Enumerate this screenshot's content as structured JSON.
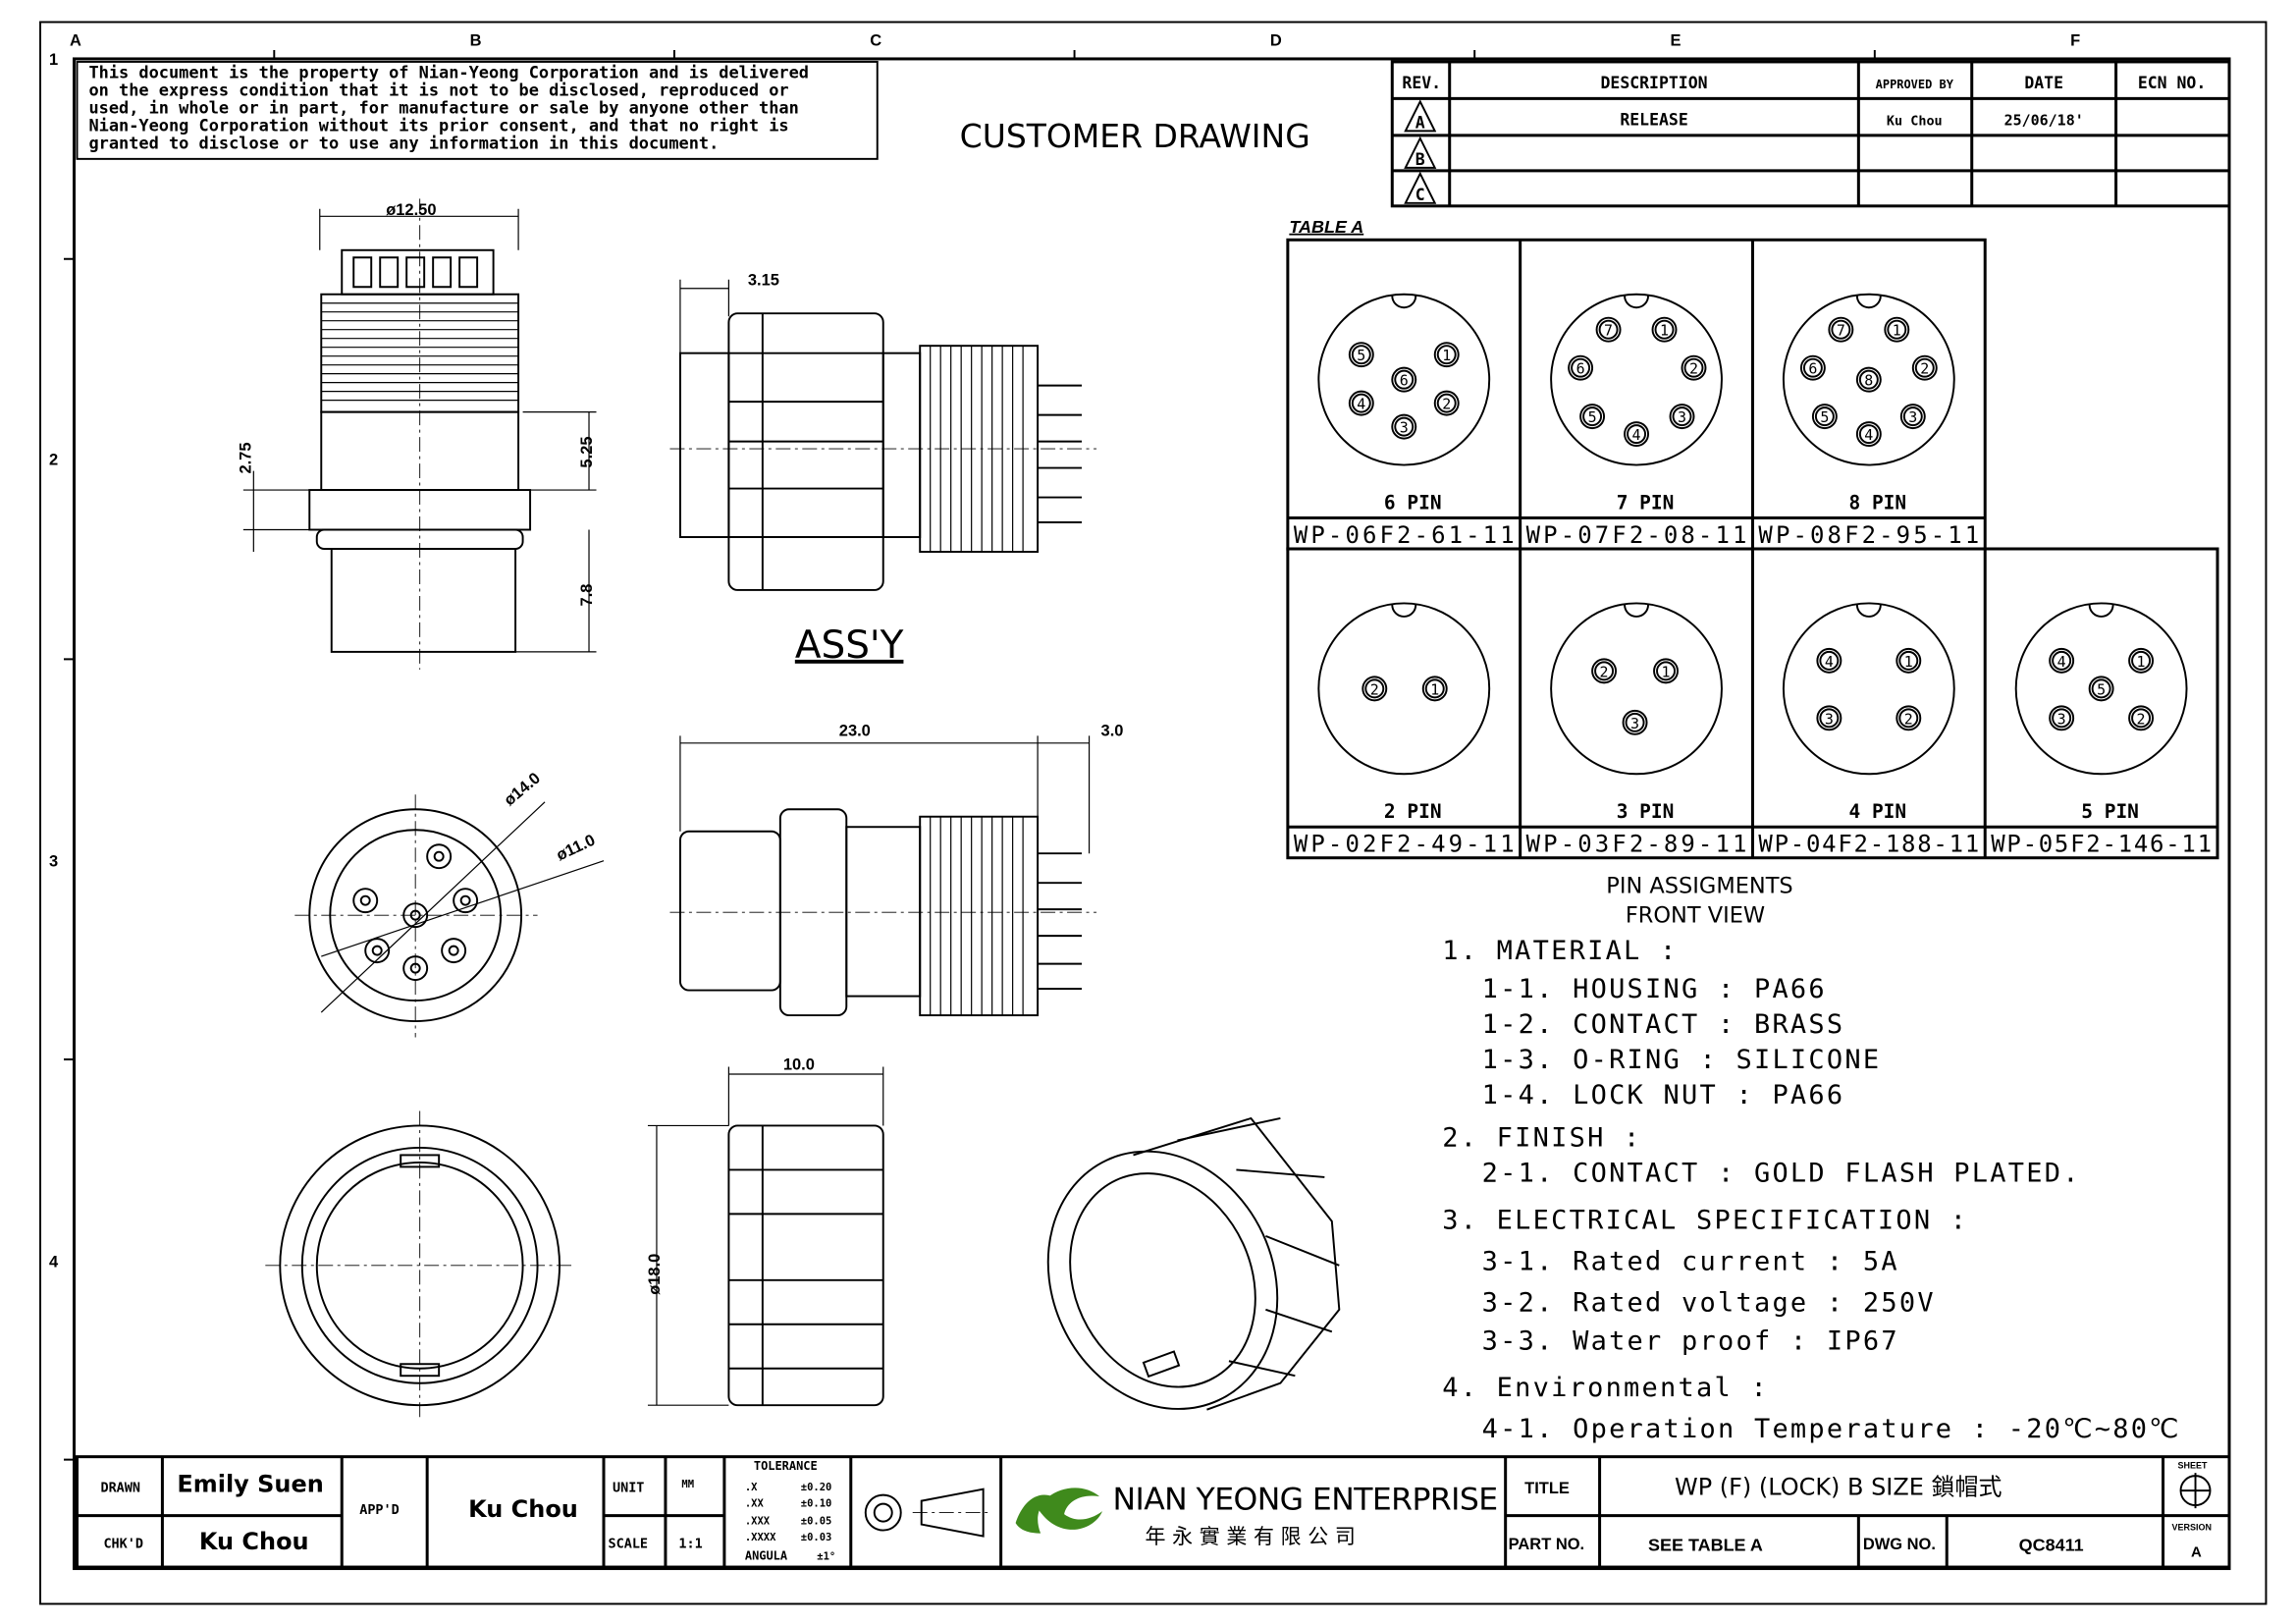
{
  "zones": {
    "columns": [
      "A",
      "B",
      "C",
      "D",
      "E",
      "F"
    ],
    "rows": [
      "1",
      "2",
      "3",
      "4"
    ]
  },
  "notice": [
    "This document is the property of Nian-Yeong Corporation and is delivered",
    "on  the  express condition that it is not to be disclosed, reproduced or",
    "used, in whole or in part, for manufacture or sale by anyone other than",
    "Nian-Yeong Corporation without  its prior consent, and that  no right  is",
    "granted to disclose or to use any information in this  document."
  ],
  "heading": "CUSTOMER DRAWING",
  "revision_table": {
    "headers": [
      "REV.",
      "DESCRIPTION",
      "APPROVED BY",
      "DATE",
      "ECN NO."
    ],
    "rows": [
      {
        "rev": "A",
        "description": "RELEASE",
        "approved_by": "Ku Chou",
        "date": "25/06/18'",
        "ecn": ""
      },
      {
        "rev": "B",
        "description": "",
        "approved_by": "",
        "date": "",
        "ecn": ""
      },
      {
        "rev": "C",
        "description": "",
        "approved_by": "",
        "date": "",
        "ecn": ""
      }
    ]
  },
  "dimensions": {
    "d1250": "ø12.50",
    "d275": "2.75",
    "d525": "5.25",
    "d78": "7.8",
    "d315": "3.15",
    "assy": "ASS'Y",
    "d140": "ø14.0",
    "d110": "ø11.0",
    "d230": "23.0",
    "d30": "3.0",
    "d100": "10.0",
    "d180": "ø18.0"
  },
  "table_a": {
    "label": "TABLE A",
    "cells": [
      {
        "pins": "6 PIN",
        "part": "WP-06F2-61-11"
      },
      {
        "pins": "7 PIN",
        "part": "WP-07F2-08-11"
      },
      {
        "pins": "8 PIN",
        "part": "WP-08F2-95-11"
      },
      {
        "pins": "2 PIN",
        "part": "WP-02F2-49-11"
      },
      {
        "pins": "3 PIN",
        "part": "WP-03F2-89-11"
      },
      {
        "pins": "4 PIN",
        "part": "WP-04F2-188-11"
      },
      {
        "pins": "5 PIN",
        "part": "WP-05F2-146-11"
      }
    ],
    "caption1": "PIN ASSIGMENTS",
    "caption2": "FRONT VIEW"
  },
  "specs": [
    "1. MATERIAL :",
    "1-1. HOUSING : PA66",
    "1-2. CONTACT : BRASS",
    "1-3. O-RING : SILICONE",
    "1-4. LOCK NUT : PA66",
    "2. FINISH :",
    "2-1. CONTACT : GOLD FLASH PLATED.",
    "3. ELECTRICAL SPECIFICATION :",
    "3-1. Rated current : 5A",
    "3-2. Rated voltage : 250V",
    "3-3. Water proof : IP67",
    "4. Environmental :",
    "4-1. Operation Temperature : -20℃~80℃"
  ],
  "title_block": {
    "drawn_label": "DRAWN",
    "drawn": "Emily Suen",
    "chkd_label": "CHK'D",
    "chkd": "Ku Chou",
    "appd_label": "APP'D",
    "appd": "Ku Chou",
    "unit_label": "UNIT",
    "unit": "MM",
    "scale_label": "SCALE",
    "scale": "1:1",
    "tolerance_title": "TOLERANCE",
    "tolerance": [
      {
        "k": ".X",
        "v": "±0.20"
      },
      {
        "k": ".XX",
        "v": "±0.10"
      },
      {
        "k": ".XXX",
        "v": "±0.05"
      },
      {
        "k": ".XXXX",
        "v": "±0.03"
      },
      {
        "k": "ANGULA",
        "v": "±1°"
      }
    ],
    "company_en": "NIAN YEONG ENTERPRISE",
    "company_zh": "年 永 實 業 有 限 公 司",
    "title_label": "TITLE",
    "title": "WP (F) (LOCK) B SIZE 鎖帽式",
    "part_label": "PART NO.",
    "part": "SEE TABLE A",
    "dwg_label": "DWG NO.",
    "dwg": "QC8411",
    "sheet_label": "SHEET",
    "version_label": "VERSION",
    "version": "A"
  },
  "colors": {
    "logo_green": "#3f8a1c",
    "line": "#000000"
  }
}
